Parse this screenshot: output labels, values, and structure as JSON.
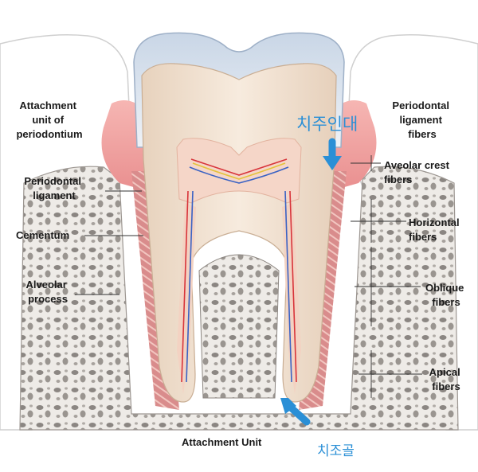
{
  "labels": {
    "attachment_unit_of_periodontium": [
      "Attachment",
      "unit of",
      "periodontium"
    ],
    "periodontal_ligament_fibers": [
      "Periodontal",
      "ligament",
      "fibers"
    ],
    "periodontal_ligament": [
      "Periodontal",
      "ligament"
    ],
    "cementum": "Cementum",
    "alveolar_process": [
      "Alveolar",
      "process"
    ],
    "aveolar_crest_fibers": [
      "Aveolar crest",
      "fibers"
    ],
    "horizontal_fibers": [
      "Horizontal",
      "fibers"
    ],
    "oblique_fibers": [
      "Oblique",
      "fibers"
    ],
    "apical_fibers": [
      "Apical",
      "fibers"
    ],
    "attachment_unit": "Attachment Unit"
  },
  "korean": {
    "chijuindae": "치주인대",
    "chijogol": "치조골"
  },
  "colors": {
    "accent_arrow": "#2a8fd6",
    "gingiva": "#f2a7a7",
    "dentin": "#f3e4d5",
    "enamel": "#dfe7f2",
    "bone": "#e9e4df"
  }
}
